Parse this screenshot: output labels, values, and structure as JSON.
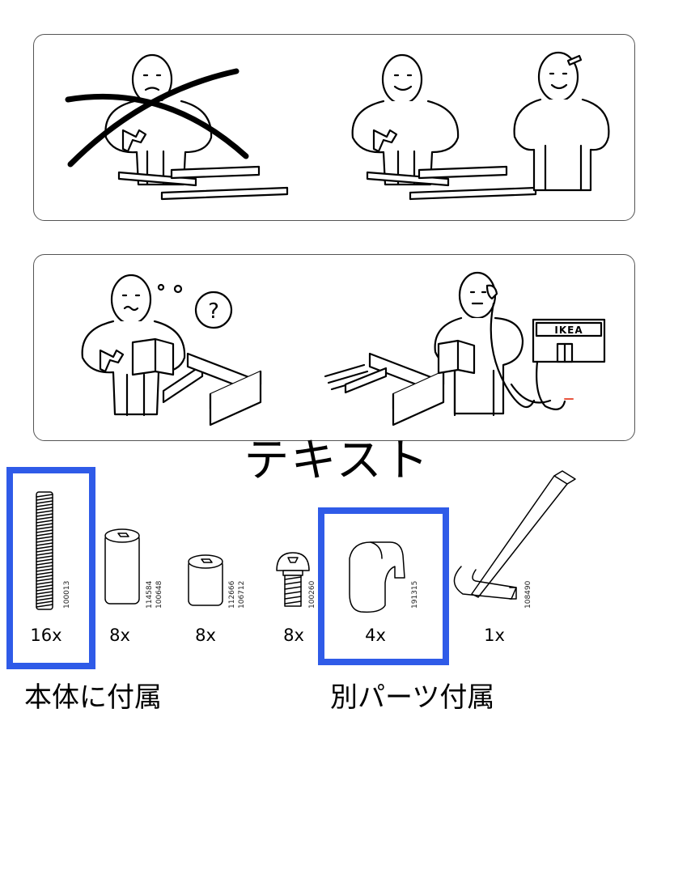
{
  "heading": "テキスト",
  "ikea_sign": "IKEA",
  "question_mark": "?",
  "parts": [
    {
      "qty": "16x",
      "pn1": "100013",
      "pn2": ""
    },
    {
      "qty": "8x",
      "pn1": "114584",
      "pn2": "100648"
    },
    {
      "qty": "8x",
      "pn1": "112666",
      "pn2": "106712"
    },
    {
      "qty": "8x",
      "pn1": "100260",
      "pn2": ""
    },
    {
      "qty": "4x",
      "pn1": "191315",
      "pn2": ""
    },
    {
      "qty": "1x",
      "pn1": "108490",
      "pn2": ""
    }
  ],
  "captions": {
    "included_with_body": "本体に付属",
    "separate_parts": "別パーツ付属"
  },
  "colors": {
    "highlight": "#2f5be8",
    "cable_end": "#e8553f"
  }
}
